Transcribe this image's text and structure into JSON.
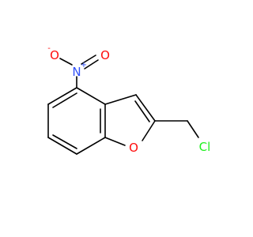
{
  "molecule": {
    "atoms": {
      "nitro_n": {
        "symbol": "N",
        "charge": "+",
        "color": "#3050F8"
      },
      "nitro_o_top": {
        "symbol": "O",
        "color": "#FF0D0D"
      },
      "nitro_o_left": {
        "symbol": "O",
        "charge": "-",
        "color": "#FF0D0D"
      },
      "ring_o": {
        "symbol": "O",
        "color": "#FF0D0D"
      },
      "chlorine": {
        "symbol": "Cl",
        "color": "#1FF01F"
      }
    },
    "bond_color": "#000000"
  }
}
